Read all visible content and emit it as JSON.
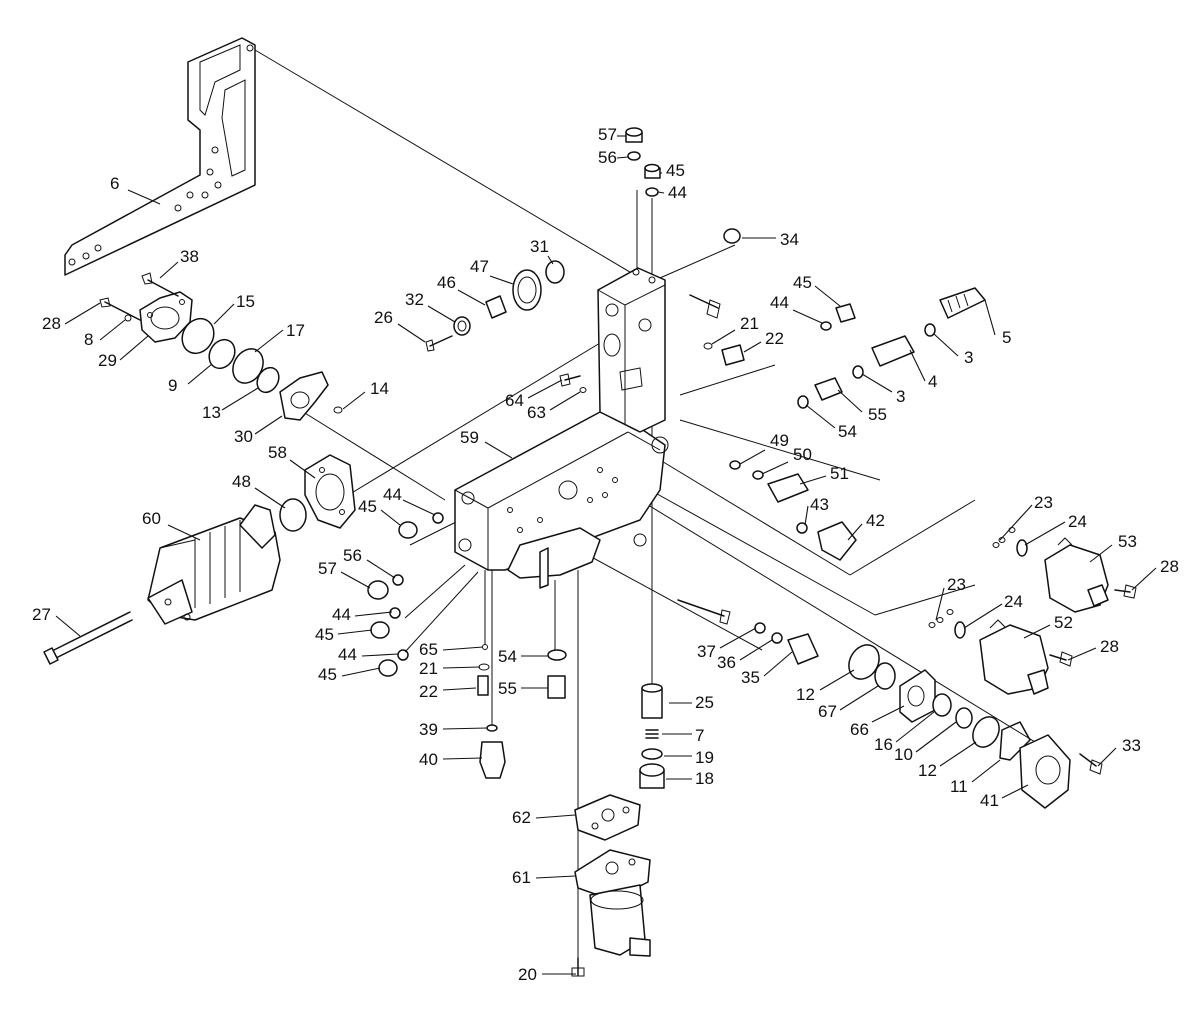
{
  "callouts": [
    {
      "id": "c57a",
      "text": "57"
    },
    {
      "id": "c56a",
      "text": "56"
    },
    {
      "id": "c45a",
      "text": "45"
    },
    {
      "id": "c44a",
      "text": "44"
    },
    {
      "id": "c34",
      "text": "34"
    },
    {
      "id": "c6",
      "text": "6"
    },
    {
      "id": "c38",
      "text": "38"
    },
    {
      "id": "c31",
      "text": "31"
    },
    {
      "id": "c47",
      "text": "47"
    },
    {
      "id": "c46",
      "text": "46"
    },
    {
      "id": "c32",
      "text": "32"
    },
    {
      "id": "c15",
      "text": "15"
    },
    {
      "id": "c28a",
      "text": "28"
    },
    {
      "id": "c8",
      "text": "8"
    },
    {
      "id": "c29",
      "text": "29"
    },
    {
      "id": "c26",
      "text": "26"
    },
    {
      "id": "c17",
      "text": "17"
    },
    {
      "id": "c9",
      "text": "9"
    },
    {
      "id": "c13",
      "text": "13"
    },
    {
      "id": "c14",
      "text": "14"
    },
    {
      "id": "c30",
      "text": "30"
    },
    {
      "id": "c45b",
      "text": "45"
    },
    {
      "id": "c44b",
      "text": "44"
    },
    {
      "id": "c5",
      "text": "5"
    },
    {
      "id": "c21a",
      "text": "21"
    },
    {
      "id": "c22a",
      "text": "22"
    },
    {
      "id": "c3a",
      "text": "3"
    },
    {
      "id": "c4",
      "text": "4"
    },
    {
      "id": "c3b",
      "text": "3"
    },
    {
      "id": "c55a",
      "text": "55"
    },
    {
      "id": "c64",
      "text": "64"
    },
    {
      "id": "c63",
      "text": "63"
    },
    {
      "id": "c54a",
      "text": "54"
    },
    {
      "id": "c59",
      "text": "59"
    },
    {
      "id": "c58",
      "text": "58"
    },
    {
      "id": "c49",
      "text": "49"
    },
    {
      "id": "c50",
      "text": "50"
    },
    {
      "id": "c51",
      "text": "51"
    },
    {
      "id": "c48",
      "text": "48"
    },
    {
      "id": "c44c",
      "text": "44"
    },
    {
      "id": "c45c",
      "text": "45"
    },
    {
      "id": "c43",
      "text": "43"
    },
    {
      "id": "c42",
      "text": "42"
    },
    {
      "id": "c60",
      "text": "60"
    },
    {
      "id": "c23a",
      "text": "23"
    },
    {
      "id": "c24a",
      "text": "24"
    },
    {
      "id": "c53",
      "text": "53"
    },
    {
      "id": "c28b",
      "text": "28"
    },
    {
      "id": "c56b",
      "text": "56"
    },
    {
      "id": "c57b",
      "text": "57"
    },
    {
      "id": "c27",
      "text": "27"
    },
    {
      "id": "c44d",
      "text": "44"
    },
    {
      "id": "c45d",
      "text": "45"
    },
    {
      "id": "c23b",
      "text": "23"
    },
    {
      "id": "c24b",
      "text": "24"
    },
    {
      "id": "c52",
      "text": "52"
    },
    {
      "id": "c28c",
      "text": "28"
    },
    {
      "id": "c65",
      "text": "65"
    },
    {
      "id": "c54b",
      "text": "54"
    },
    {
      "id": "c37",
      "text": "37"
    },
    {
      "id": "c36",
      "text": "36"
    },
    {
      "id": "c35",
      "text": "35"
    },
    {
      "id": "c44e",
      "text": "44"
    },
    {
      "id": "c45e",
      "text": "45"
    },
    {
      "id": "c21b",
      "text": "21"
    },
    {
      "id": "c22b",
      "text": "22"
    },
    {
      "id": "c55b",
      "text": "55"
    },
    {
      "id": "c25",
      "text": "25"
    },
    {
      "id": "c12a",
      "text": "12"
    },
    {
      "id": "c67",
      "text": "67"
    },
    {
      "id": "c66",
      "text": "66"
    },
    {
      "id": "c39",
      "text": "39"
    },
    {
      "id": "c7",
      "text": "7"
    },
    {
      "id": "c40",
      "text": "40"
    },
    {
      "id": "c19",
      "text": "19"
    },
    {
      "id": "c18",
      "text": "18"
    },
    {
      "id": "c16",
      "text": "16"
    },
    {
      "id": "c10",
      "text": "10"
    },
    {
      "id": "c12b",
      "text": "12"
    },
    {
      "id": "c11",
      "text": "11"
    },
    {
      "id": "c33",
      "text": "33"
    },
    {
      "id": "c41",
      "text": "41"
    },
    {
      "id": "c62",
      "text": "62"
    },
    {
      "id": "c61",
      "text": "61"
    },
    {
      "id": "c20",
      "text": "20"
    }
  ]
}
